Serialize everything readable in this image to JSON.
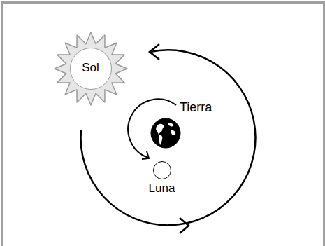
{
  "diagram": {
    "nodes": [
      {
        "text": [
          "Sol"
        ]
      },
      {
        "text": [
          "Tierra"
        ]
      },
      {
        "text": [
          "Luna"
        ]
      }
    ]
  }
}
